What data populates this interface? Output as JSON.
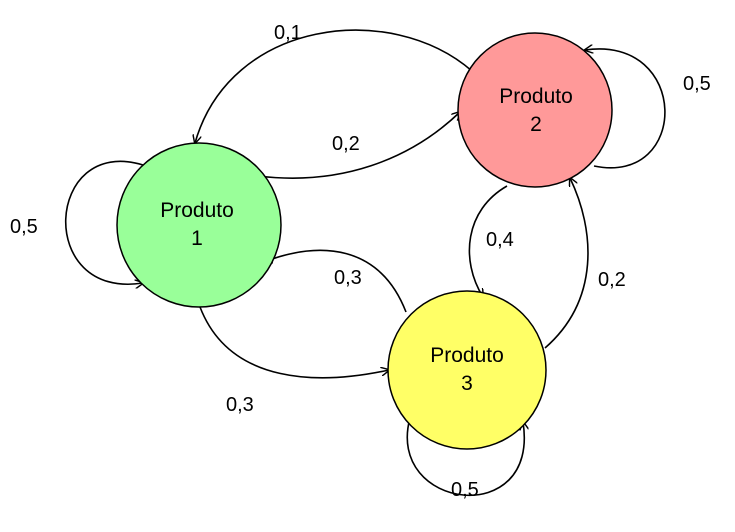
{
  "nodes": [
    {
      "id": "p1",
      "line1": "Produto",
      "line2": "1",
      "color": "#99ff99"
    },
    {
      "id": "p2",
      "line1": "Produto",
      "line2": "2",
      "color": "#ff9999"
    },
    {
      "id": "p3",
      "line1": "Produto",
      "line2": "3",
      "color": "#ffff66"
    }
  ],
  "edges": [
    {
      "from": "p2",
      "to": "p1",
      "label": "0,1"
    },
    {
      "from": "p1",
      "to": "p2",
      "label": "0,2"
    },
    {
      "from": "p2",
      "to": "p2",
      "label": "0,5"
    },
    {
      "from": "p1",
      "to": "p1",
      "label": "0,5"
    },
    {
      "from": "p2",
      "to": "p3",
      "label": "0,4"
    },
    {
      "from": "p3",
      "to": "p2",
      "label": "0,2"
    },
    {
      "from": "p3",
      "to": "p1",
      "label": "0,3"
    },
    {
      "from": "p1",
      "to": "p3",
      "label": "0,3"
    },
    {
      "from": "p3",
      "to": "p3",
      "label": "0,5"
    }
  ]
}
